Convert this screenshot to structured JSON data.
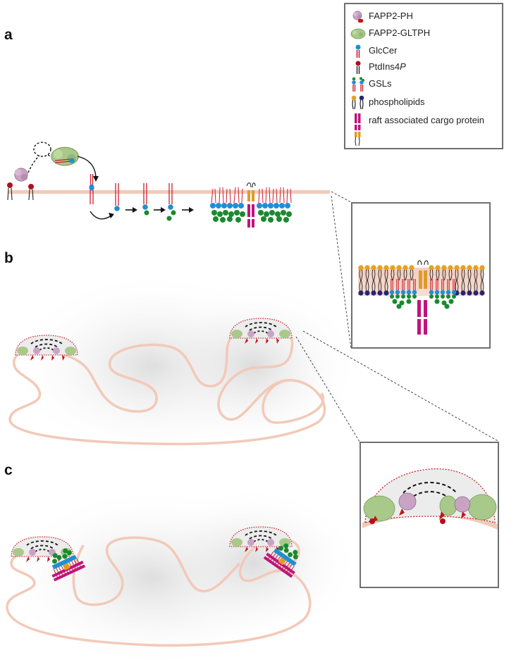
{
  "panels": {
    "a": "a",
    "b": "b",
    "c": "c"
  },
  "legend": {
    "items": [
      {
        "label": "FAPP2-PH",
        "icon": "fapp2-ph-icon"
      },
      {
        "label": "FAPP2-GLTPH",
        "icon": "fapp2-gltph-icon"
      },
      {
        "label": "GlcCer",
        "icon": "glccer-icon"
      },
      {
        "label": "PtdIns4P",
        "label_main": "PtdIns4",
        "label_italic": "P",
        "icon": "ptdins4p-icon"
      },
      {
        "label": "GSLs",
        "icon": "gsls-icon"
      },
      {
        "label": "phospholipids",
        "icon": "phospholipids-icon"
      },
      {
        "label": "raft associated cargo protein",
        "icon": "cargo-protein-icon"
      }
    ]
  },
  "colors": {
    "membrane": "#f2c9b8",
    "membrane_dark": "#e8a894",
    "fapp2_ph": "#c9a3c4",
    "fapp2_gltph": "#a9c98a",
    "glccer_head": "#1d8fd6",
    "glycan": "#1a8a2e",
    "lipid_tail_red": "#cc1f2d",
    "ptdins_head": "#b0101c",
    "phospholipid_head_yellow": "#e6a21b",
    "phospholipid_head_navy": "#2a2470",
    "cargo_magenta": "#c0147a",
    "cargo_orange": "#e09a2a",
    "coat_outline": "#c0141c"
  }
}
